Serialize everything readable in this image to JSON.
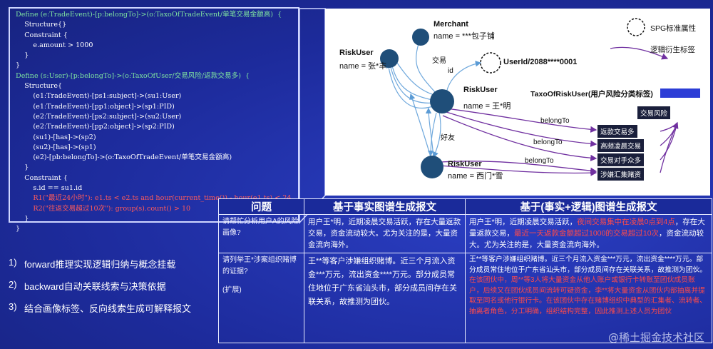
{
  "code": {
    "lines": [
      {
        "color": "green",
        "text": "Define (e:TradeEvent)-[p:belongTo]->(o:TaxoOfTradeEvent/单笔交易金额高)  {"
      },
      {
        "color": "white",
        "text": "    Structure{}"
      },
      {
        "color": "white",
        "text": "    Constraint {"
      },
      {
        "color": "white",
        "text": "        e.amount > 1000"
      },
      {
        "color": "white",
        "text": "    }"
      },
      {
        "color": "white",
        "text": "}"
      },
      {
        "color": "green",
        "text": "Define (s:User)-[p:belongTo]->(o:TaxoOfUser/交易风险/返款交易多)  {"
      },
      {
        "color": "white",
        "text": "    Structure{"
      },
      {
        "color": "white",
        "text": "        (e1:TradeEvent)-[ps1:subject]->(su1:User)"
      },
      {
        "color": "white",
        "text": "        (e1:TradeEvent)-[pp1:object]->(sp1:PID)"
      },
      {
        "color": "white",
        "text": "        (e2:TradeEvent)-[ps2:subject]->(su2:User)"
      },
      {
        "color": "white",
        "text": "        (e2:TradeEvent)-[pp2:object]->(sp2:PID)"
      },
      {
        "color": "white",
        "text": "        (su1)-[has]->(sp2)"
      },
      {
        "color": "white",
        "text": "        (su2)-[has]->(sp1)"
      },
      {
        "color": "white",
        "text": "        (e2)-[pb:belongTo]->(o:TaxoOfTradeEvent/单笔交易金额高)"
      },
      {
        "color": "white",
        "text": "    }"
      },
      {
        "color": "white",
        "text": "    Constraint {"
      },
      {
        "color": "white",
        "text": "        s.id == su1.id"
      },
      {
        "color": "red",
        "text": "        R1(\"最近24小时\"): e1.ts < e2.ts and hour(current_time()) - hour(e1.ts) < 24"
      },
      {
        "color": "red",
        "text": "        R2(\"往返交易超过10次\"): group(s).count() > 10"
      },
      {
        "color": "white",
        "text": "    }"
      },
      {
        "color": "white",
        "text": "}"
      }
    ]
  },
  "graph": {
    "merchant_title": "Merchant",
    "merchant_name": "name = ***包子铺",
    "riskuser_left_title": "RiskUser",
    "riskuser_left_name": "name = 张*丰",
    "userid_label": "UserId/2088****0001",
    "riskuser_center_title": "RiskUser",
    "riskuser_center_name": "name = 王*明",
    "riskuser_bottom_title": "RiskUser",
    "riskuser_bottom_name": "name = 西门*雪",
    "edge_trade": "交易",
    "edge_id": "id",
    "edge_friend": "好友",
    "edge_belong1": "belongTo",
    "edge_belong2": "belongTo",
    "edge_belong3": "belongTo",
    "legend_spg": "SPG标准属性",
    "legend_logic": "逻辑衍生标签",
    "taxo_title": "TaxoOfRiskUser(用户风险分类标签)",
    "tag_parent": "交易风险",
    "tags": [
      "返款交易多",
      "高频凌晨交易",
      "交易对手众多",
      "涉嫌汇集赌资"
    ]
  },
  "bullets": [
    {
      "num": "1)",
      "text": "forward推理实现逻辑归纳与概念挂载"
    },
    {
      "num": "2)",
      "text": "backward自动关联线索与决策依据"
    },
    {
      "num": "3)",
      "text": "结合画像标签、反向线索生成可解释报文"
    }
  ],
  "table": {
    "headers": [
      "问题",
      "基于事实图谱生成报文",
      "基于(事实+逻辑)图谱生成报文"
    ],
    "row1": {
      "question": "请帮忙分析用户A的风险画像?",
      "fact": "用户王*明，近期凌晨交易活跃，存在大量返款交易，资金流动较大。尤为关注的是，大量资金流向海外。",
      "logic_p1": "用户王*明，近期凌晨交易活跃，",
      "logic_r1": "夜间交易集中在凌晨0点到4点",
      "logic_p2": "，存在大量返款交易，",
      "logic_r2": "最近一天返款金额超过1000的交易超过10次",
      "logic_p3": "，资金流动较大。尤为关注的是，大量资金流向海外。"
    },
    "row2": {
      "question": "请列举王*涉案组织赌博的证据?",
      "question_extra": "(扩展)",
      "fact": "王**等客户涉嫌组织赌博。近三个月流入资金***万元，流出资金****万元。部分成员常住地位于广东省汕头市，部分成员间存在关联关系，故推测为团伙。",
      "logic_p1": "王**等客户涉嫌组织赌博。近三个月流入资金***万元，流出资金****万元。部分成员常住地位于广东省汕头市，部分成员间存在关联关系，故推测为团伙。",
      "logic_r1": "在该团伙中，周**等3人将大量资金从他人账户或银行卡转账至团伙成员账户，后续又在团伙成员间流转可疑资金，李**将大量资金从团伙内部抽离并提取至同名或他行银行卡。在该团伙中存在赌博组织中典型的汇集者、流转者、抽离者角色，分工明确，组织结构完整，因此推测上述人员为团伙"
    }
  },
  "watermark": "@稀土掘金技术社区"
}
